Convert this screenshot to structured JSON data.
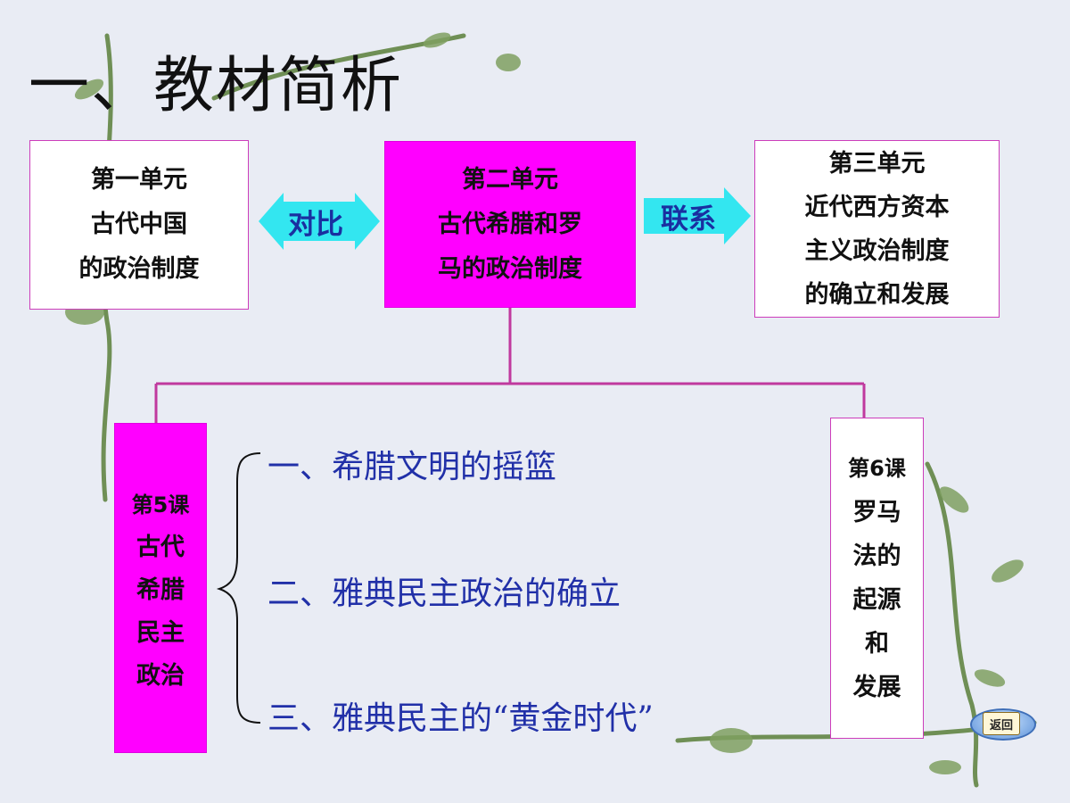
{
  "title": "一、教材简析",
  "unit1": {
    "lines": [
      "第一单元",
      "古代中国",
      "的政治制度"
    ]
  },
  "unit2": {
    "lines": [
      "第二单元",
      "古代希腊和罗",
      "马的政治制度"
    ]
  },
  "unit3": {
    "lines": [
      "第三单元",
      "近代西方资本",
      "主义政治制度",
      "的确立和发展"
    ]
  },
  "arrows": {
    "compare_label": "对比",
    "link_label": "联系"
  },
  "lesson5": {
    "lines": [
      "第5课",
      "古代",
      "希腊",
      "民主",
      "政治"
    ]
  },
  "lesson6": {
    "lines": [
      "第6课",
      "罗马",
      "法的",
      "起源",
      "和",
      "发展"
    ]
  },
  "lesson5_items": [
    "一、希腊文明的摇篮",
    "二、雅典民主政治的确立",
    "三、雅典民主的“黄金时代”"
  ],
  "back_button": {
    "label": "返回",
    "icon": "return-arrow-icon"
  },
  "colors": {
    "background": "#e9ecf4",
    "magenta_fill": "#ff00ff",
    "outline": "#cc3dbb",
    "connector": "#c0399e",
    "arrow_fill": "#33e6f0",
    "item_text": "#2130a8"
  }
}
